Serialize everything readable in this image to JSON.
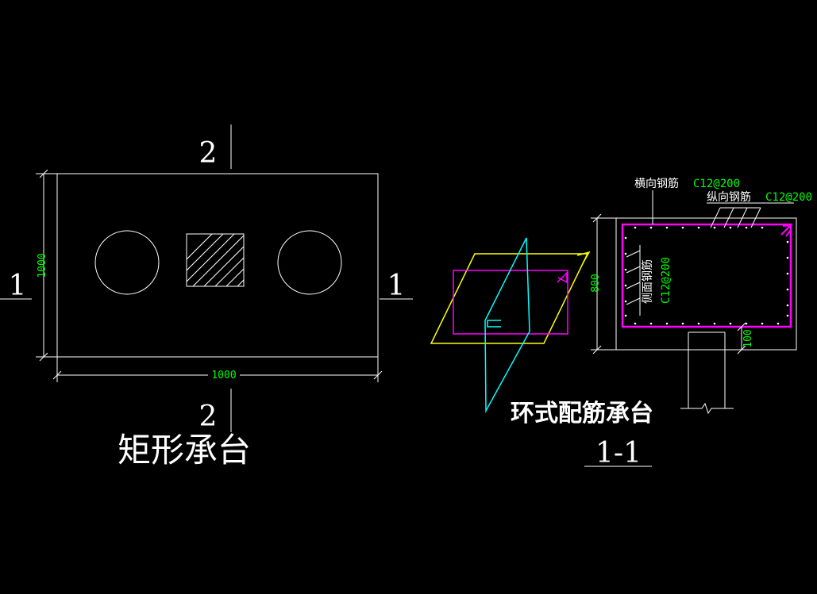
{
  "colors": {
    "background": "#000000",
    "outline": "#ffffff",
    "dimension_text": "#00ff00",
    "rebar": "#ff00ff",
    "hatch": "#ffffff",
    "iso_yellow": "#ffff00",
    "iso_cyan": "#00ffff",
    "iso_magenta": "#ff00ff"
  },
  "plan": {
    "section_mark_top": "2",
    "section_mark_bottom": "2",
    "section_mark_left": "1",
    "section_mark_right": "1",
    "dim_width": "1000",
    "dim_height": "1000",
    "title": "矩形承台"
  },
  "iso": {
    "title": "环式配筋承台"
  },
  "section": {
    "title": "1-1",
    "label_transverse": "横向钢筋",
    "spec_transverse": "C12@200",
    "label_longitudinal": "纵向钢筋",
    "spec_longitudinal": "C12@200",
    "label_side": "侧面钢筋",
    "spec_side": "C12@200",
    "dim_height": "800",
    "dim_embed": "100"
  }
}
